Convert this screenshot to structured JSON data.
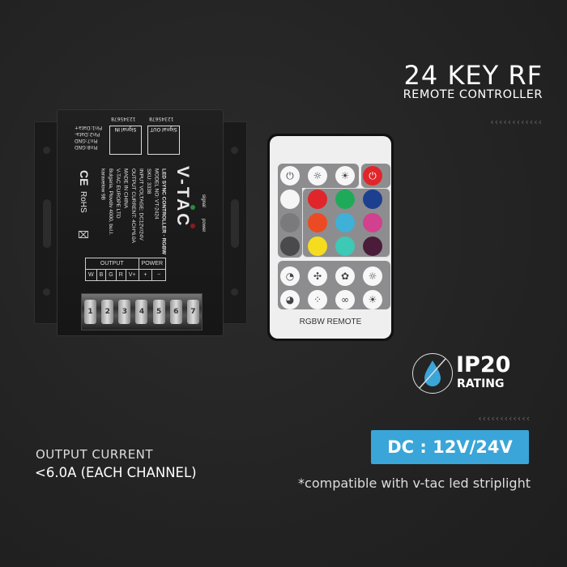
{
  "header": {
    "title": "24 KEY RF",
    "subtitle": "REMOTE CONTROLLER",
    "decor": "‹‹‹‹‹‹‹‹‹‹‹‹"
  },
  "controller": {
    "brand": "V-TAC",
    "label_lines": [
      "LED SYNC CONTROLLER - RGBW",
      "MODEL NO: VT-2424",
      "SKU: 3338",
      "INPUT VOLTAGE: DC12V/24V",
      "OUTPUT CURRENT: 4CH*6.0A",
      "MADE IN CHINA",
      "V-TAC EUROPE LTD",
      "Bulgaria, Plovdiv 4000, bul.I.",
      "karavelow 9B"
    ],
    "certs": {
      "ce": "CE",
      "rohs": "RoHS"
    },
    "indicators": {
      "signal": "signal",
      "power": "power"
    },
    "ports": {
      "in": "Signal IN",
      "out": "Signal OUT",
      "pins": "12345678"
    },
    "pin_labels": [
      "Pin1:Data+",
      "Pin2:Data-",
      "Pin7:GND",
      "Pin8:GND"
    ],
    "output_header": "OUTPUT",
    "power_header": "POWER",
    "terminals": [
      "W",
      "B",
      "G",
      "R",
      "V+",
      "+",
      "−"
    ],
    "terminal_numbers": [
      "1",
      "2",
      "3",
      "4",
      "5",
      "6",
      "7"
    ]
  },
  "remote": {
    "label": "RGBW REMOTE",
    "colors": {
      "red": "#e0262a",
      "green": "#1faa5a",
      "blue": "#1d3f8f",
      "orange": "#ec4a23",
      "cyan": "#3fb0d8",
      "pink": "#d1418f",
      "yellow": "#f5dc1e",
      "teal": "#3cc9b5",
      "purple": "#4b1c3a",
      "white": "#f5f5f5",
      "grey": "#7a7a7c",
      "dark": "#4a4a4c"
    }
  },
  "ip_rating": {
    "code": "IP20",
    "label": "RATING",
    "icon": "water-drop-crossed-icon"
  },
  "voltage": {
    "text": "DC : 12V/24V",
    "color": "#3aa5d8"
  },
  "note": "*compatible with v-tac led striplight",
  "output": {
    "label": "OUTPUT CURRENT",
    "value": "<6.0A (EACH CHANNEL)"
  }
}
